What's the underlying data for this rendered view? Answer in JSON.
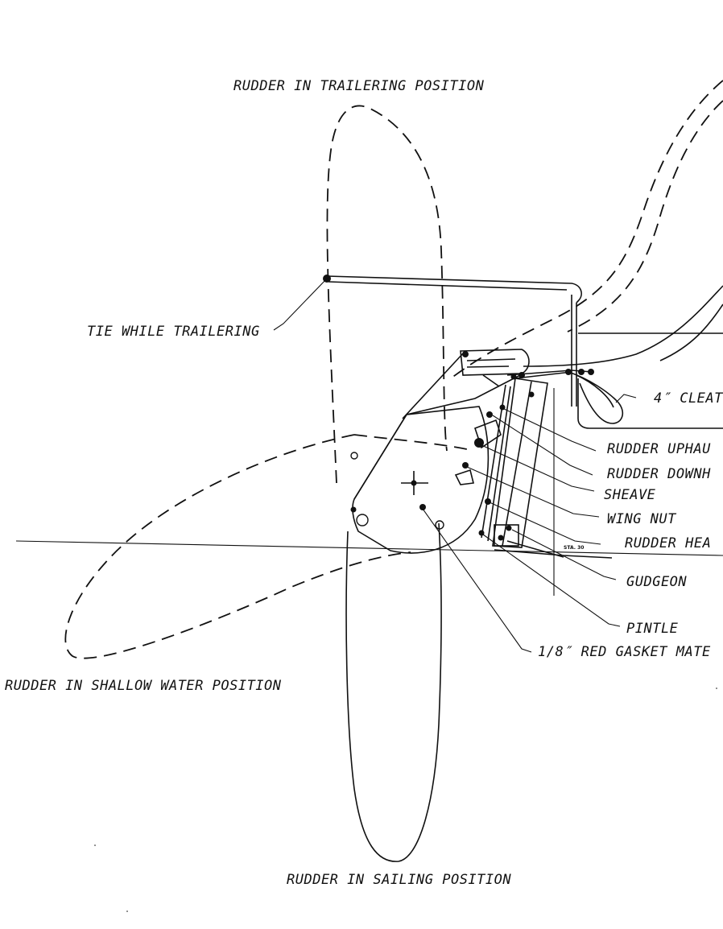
{
  "colors": {
    "ink": "#111111",
    "paper": "#ffffff"
  },
  "labels": {
    "trailering_position": "RUDDER IN TRAILERING POSITION",
    "tie_while_trailering": "TIE WHILE TRAILERING",
    "cleat": "4″ CLEAT",
    "uphaul": "RUDDER UPHAU",
    "downhaul": "RUDDER DOWNH",
    "sheave": "SHEAVE",
    "wing_nut": "WING NUT",
    "rudder_head": "RUDDER HEA",
    "station": "STA. 30",
    "gudgeon": "GUDGEON",
    "pintle": "PINTLE",
    "gasket": "1/8″ RED GASKET MATE",
    "shallow_water_position": "RUDDER IN SHALLOW WATER POSITION",
    "sailing_position": "RUDDER IN SAILING POSITION"
  }
}
